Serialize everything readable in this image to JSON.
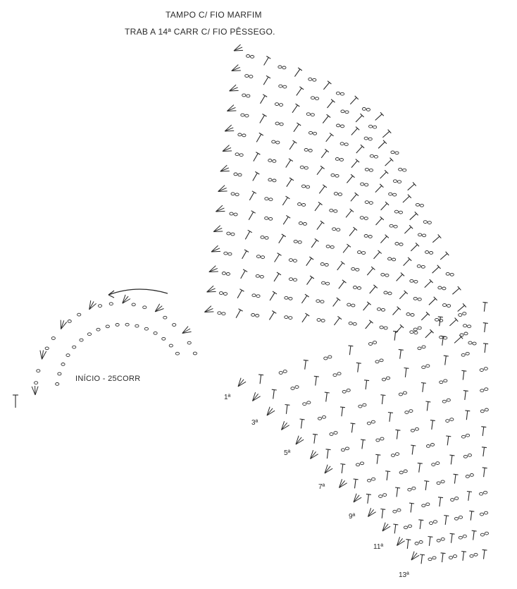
{
  "header": {
    "line1": "TAMPO C/ FIO MARFIM",
    "line2": "TRAB A 14ª CARR C/ FIO PÊSSEGO."
  },
  "start_label": "INÍCIO - 25CORR",
  "row_labels": [
    "1ª",
    "3ª",
    "5ª",
    "7ª",
    "9ª",
    "11ª",
    "13ª"
  ],
  "colors": {
    "ink": "#2a2a2a",
    "paper": "#ffffff"
  }
}
